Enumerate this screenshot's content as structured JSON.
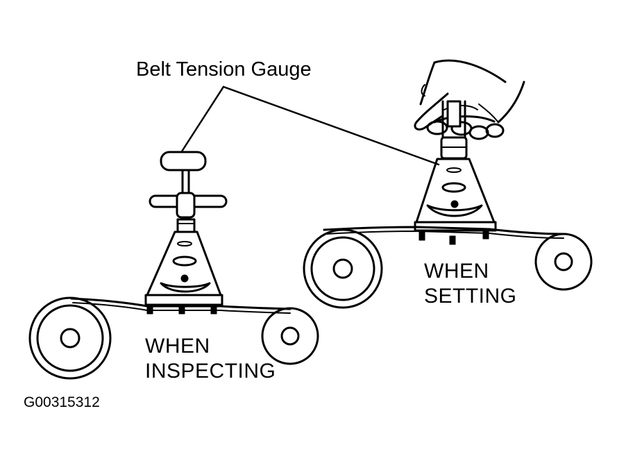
{
  "figure": {
    "callout_label": "Belt Tension Gauge",
    "inspecting": {
      "line1": "WHEN",
      "line2": "INSPECTING"
    },
    "setting": {
      "line1": "WHEN",
      "line2": "SETTING"
    },
    "figure_id": "G00315312"
  },
  "colors": {
    "ink": "#000000",
    "paper": "#ffffff"
  },
  "icons": [
    "belt-tension-gauge-icon",
    "pulley-icon",
    "hand-icon",
    "belt-icon"
  ]
}
